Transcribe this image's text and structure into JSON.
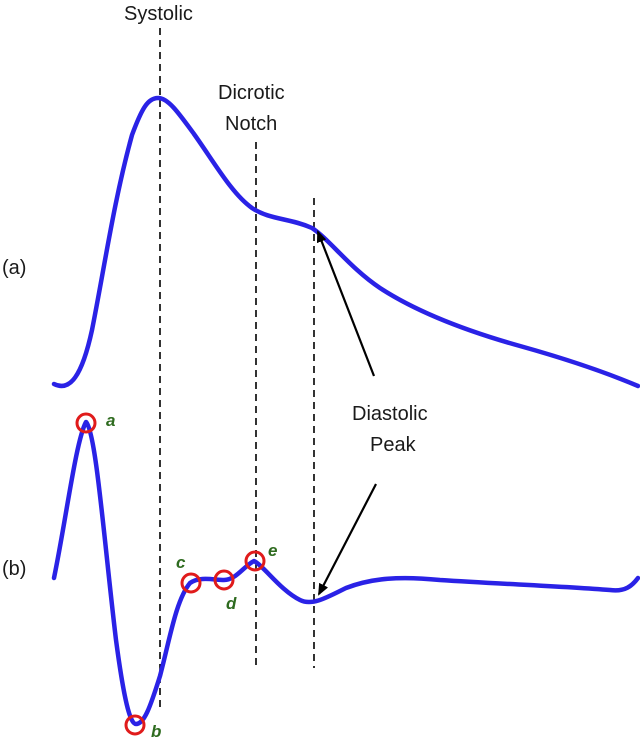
{
  "labels": {
    "systolic": "Systolic",
    "dicrotic_line1": "Dicrotic",
    "dicrotic_line2": "Notch",
    "diastolic_line1": "Diastolic",
    "diastolic_line2": "Peak",
    "panel_a": "(a)",
    "panel_b": "(b)"
  },
  "points": [
    {
      "name": "a",
      "label": "a"
    },
    {
      "name": "b",
      "label": "b"
    },
    {
      "name": "c",
      "label": "c"
    },
    {
      "name": "d",
      "label": "d"
    },
    {
      "name": "e",
      "label": "e"
    }
  ],
  "colors": {
    "wave": "#2a22e6",
    "marker": "#e01b1b",
    "point_label": "#2e6b1f",
    "guide": "#000000"
  }
}
